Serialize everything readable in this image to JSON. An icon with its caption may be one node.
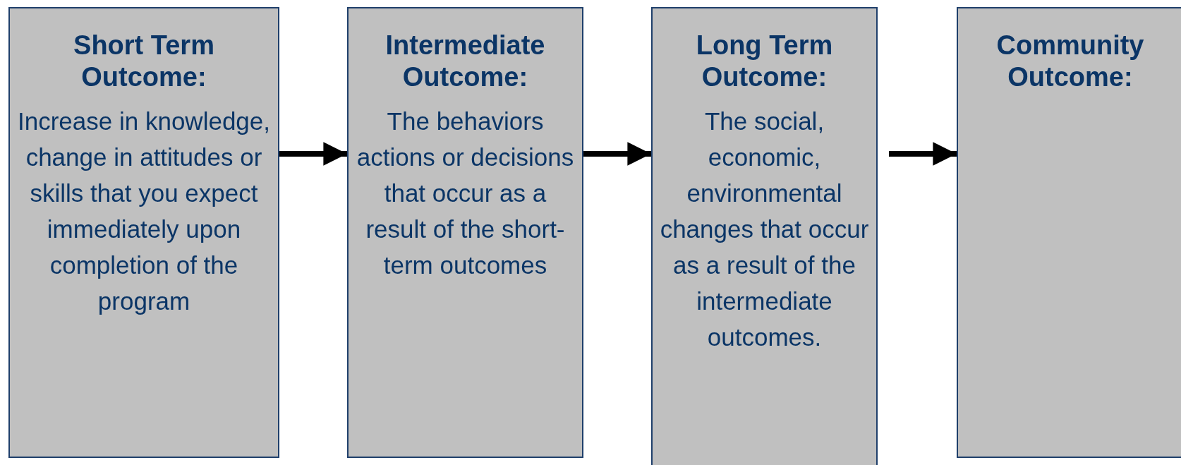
{
  "diagram": {
    "nodes": [
      {
        "text": [
          "Short Term Outcome:",
          "Increase in knowledge, change in attitudes or skills that you expect immediately upon completion of the program"
        ]
      },
      {
        "text": [
          "Intermediate Outcome:",
          "The behaviors actions or decisions that occur as a result of the short-term outcomes"
        ]
      },
      {
        "text": [
          "Long Term Outcome:",
          "The social, economic, environmental changes that occur as a result of the intermediate outcomes."
        ]
      },
      {
        "text": [
          "Community Outcome:"
        ]
      }
    ],
    "edges": [
      {
        "from": 0,
        "to": 1,
        "arrow": "to"
      },
      {
        "from": 1,
        "to": 2,
        "arrow": "to"
      },
      {
        "from": 2,
        "to": 3,
        "arrow": "to"
      }
    ]
  }
}
